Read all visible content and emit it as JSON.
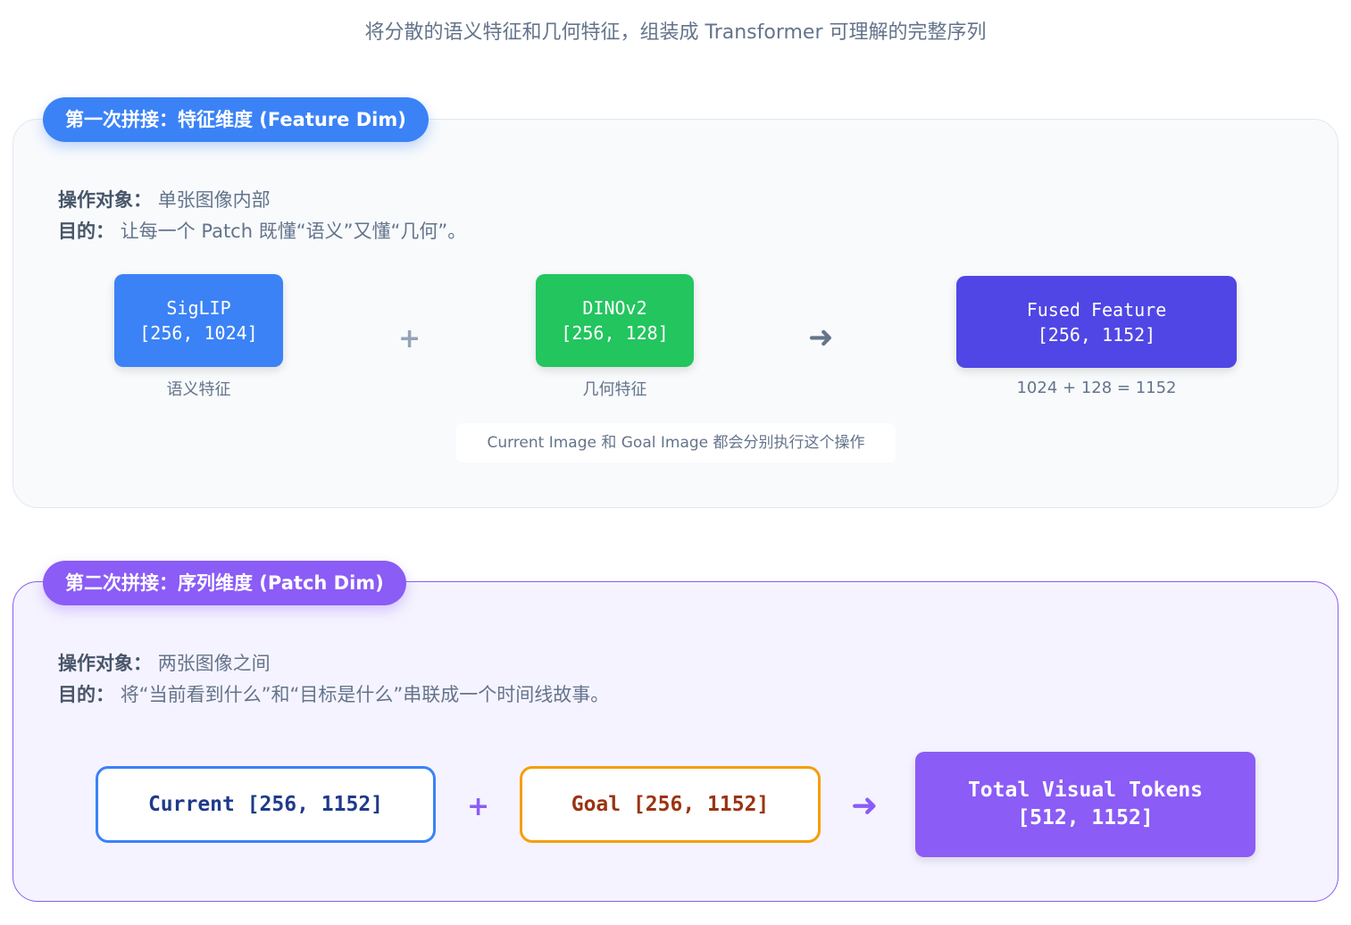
{
  "subtitle": "将分散的语义特征和几何特征，组装成 Transformer 可理解的完整序列",
  "section1": {
    "title": "第一次拼接：特征维度 (Feature Dim)",
    "target_label": "操作对象：",
    "target_value": "单张图像内部",
    "purpose_label": "目的：",
    "purpose_value": "让每一个 Patch 既懂“语义”又懂“几何”。",
    "siglip": {
      "name": "SigLIP",
      "shape": "[256, 1024]",
      "caption": "语义特征"
    },
    "plus": "+",
    "dino": {
      "name": "DINOv2",
      "shape": "[256, 128]",
      "caption": "几何特征"
    },
    "arrow": "➜",
    "fused": {
      "name": "Fused Feature",
      "shape": "[256, 1152]",
      "caption": "1024 + 128 = 1152"
    },
    "note": "Current Image 和 Goal Image 都会分别执行这个操作"
  },
  "section2": {
    "title": "第二次拼接：序列维度 (Patch Dim)",
    "target_label": "操作对象：",
    "target_value": "两张图像之间",
    "purpose_label": "目的：",
    "purpose_value": "将“当前看到什么”和“目标是什么”串联成一个时间线故事。",
    "current": "Current [256, 1152]",
    "plus": "+",
    "goal": "Goal [256, 1152]",
    "arrow": "➜",
    "total": {
      "name": "Total Visual Tokens",
      "shape": "[512, 1152]"
    }
  }
}
